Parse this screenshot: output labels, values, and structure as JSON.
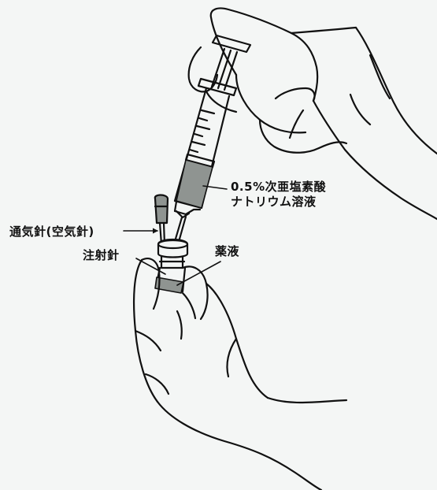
{
  "labels": {
    "solution_line1": "0.5%次亜塩素酸",
    "solution_line2": "ナトリウム溶液",
    "vent_needle": "通気針(空気針)",
    "injection_needle": "注射針",
    "drug_solution": "薬液"
  },
  "colors": {
    "background": "#f4f6f5",
    "line": "#111111",
    "liquid": "#8f9491"
  }
}
